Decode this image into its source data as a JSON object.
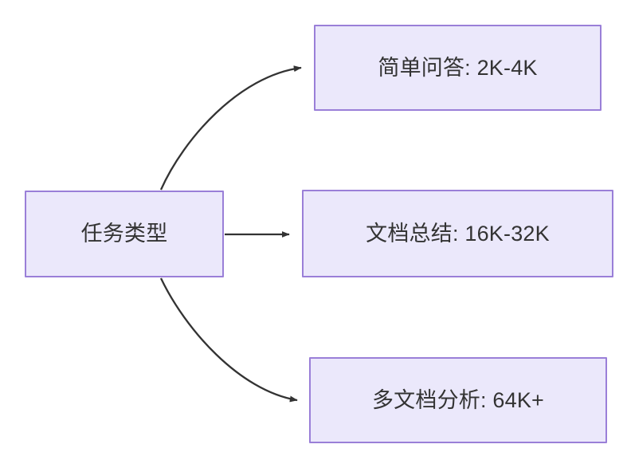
{
  "diagram": {
    "type": "flowchart",
    "direction": "left-to-right",
    "background_color": "#ffffff",
    "node_fill_color": "#ebe8fb",
    "node_border_color": "#9a7fd8",
    "node_text_color": "#333333",
    "edge_color": "#333333",
    "nodes": [
      {
        "id": "source",
        "label": "任务类型"
      },
      {
        "id": "simple",
        "label": "简单问答: 2K-4K"
      },
      {
        "id": "doc",
        "label": "文档总结: 16K-32K"
      },
      {
        "id": "multidoc",
        "label": "多文档分析: 64K+"
      }
    ],
    "edges": [
      {
        "from": "source",
        "to": "simple",
        "label": "",
        "style": "curved",
        "arrowhead": "filled-triangle"
      },
      {
        "from": "source",
        "to": "doc",
        "label": "",
        "style": "straight",
        "arrowhead": "filled-triangle"
      },
      {
        "from": "source",
        "to": "multidoc",
        "label": "",
        "style": "curved",
        "arrowhead": "filled-triangle"
      }
    ]
  }
}
